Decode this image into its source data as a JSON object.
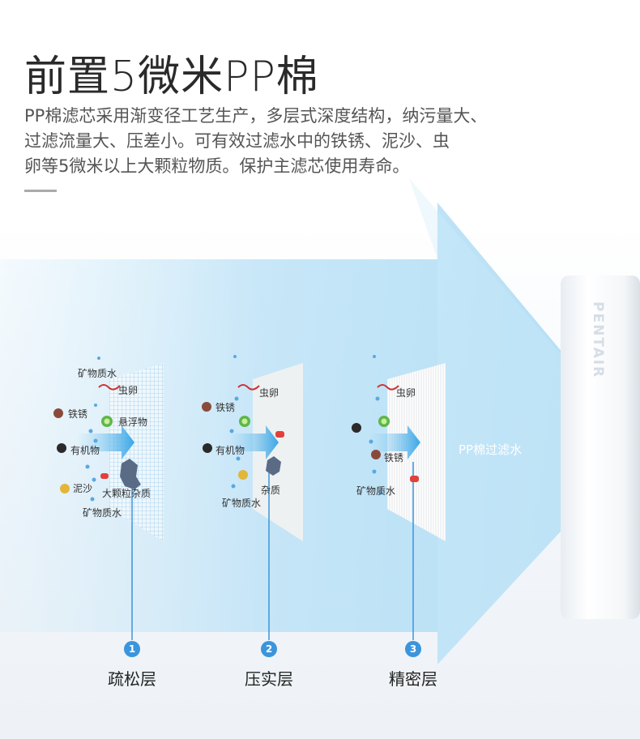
{
  "title": "前置5微米PP棉",
  "description_lines": [
    "PP棉滤芯采用渐变径工艺生产，多层式深度结构，纳污量大、",
    "过滤流量大、压差小。可有效过滤水中的铁锈、泥沙、虫",
    "卵等5微米以上大颗粒物质。保护主滤芯使用寿命。"
  ],
  "output_label": "PP棉过滤水",
  "brand_text": "PENTAIR",
  "layers": [
    {
      "number": "1",
      "name": "疏松层",
      "labels": [
        "矿物质水",
        "虫卵",
        "铁锈",
        "悬浮物",
        "有机物",
        "泥沙",
        "大颗粒杂质",
        "矿物质水"
      ]
    },
    {
      "number": "2",
      "name": "压实层",
      "labels": [
        "虫卵",
        "铁锈",
        "有机物",
        "杂质",
        "矿物质水"
      ]
    },
    {
      "number": "3",
      "name": "精密层",
      "labels": [
        "虫卵",
        "铁锈",
        "矿物质水"
      ]
    }
  ],
  "colors": {
    "accent": "#3b95dc",
    "flow": "#bfe3f7",
    "arrow": "#57b6ec"
  }
}
